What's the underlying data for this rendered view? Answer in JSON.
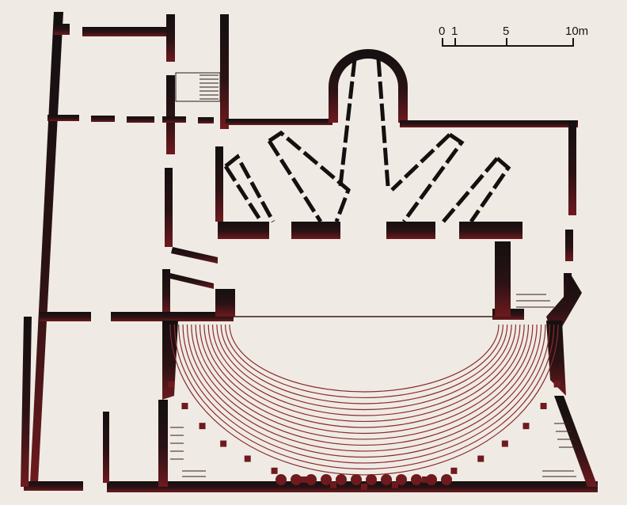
{
  "scale_bar": {
    "labels": [
      "0",
      "1",
      "5",
      "10m"
    ],
    "unit": "m"
  },
  "colors": {
    "background": "#efebe4",
    "wall_top": "#141010",
    "wall_bottom": "#6e1a1e",
    "seating_lines": "#8a2a30"
  }
}
